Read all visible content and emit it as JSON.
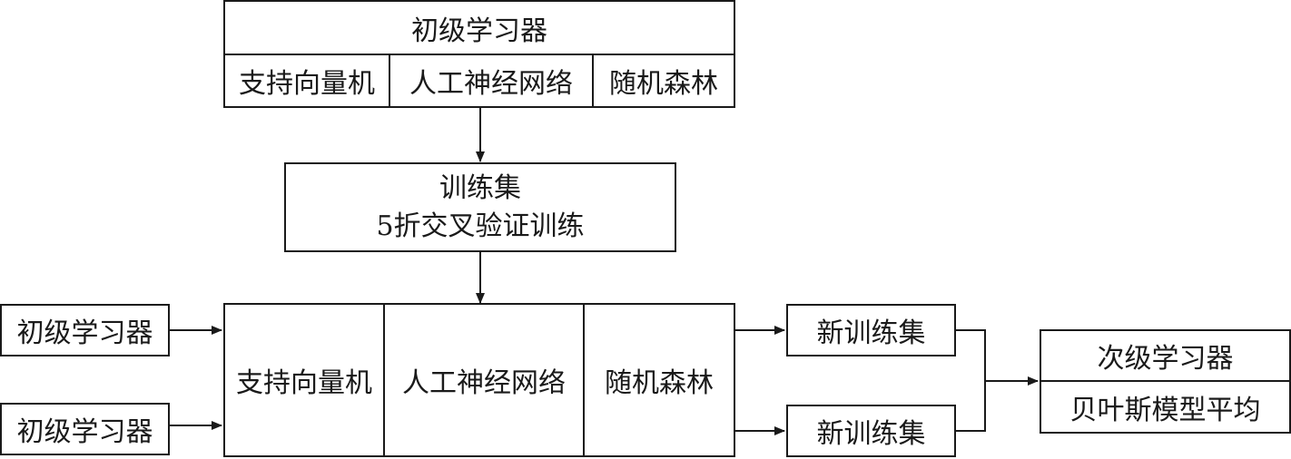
{
  "top_group": {
    "title": "初级学习器",
    "models": [
      "支持向量机",
      "人工神经网络",
      "随机森林"
    ]
  },
  "training_box": {
    "line1": "训练集",
    "line2": "5折交叉验证训练"
  },
  "left_inputs": [
    "初级学习器",
    "初级学习器"
  ],
  "middle_group": {
    "models": [
      "支持向量机",
      "人工神经网络",
      "随机森林"
    ]
  },
  "new_sets": [
    "新训练集",
    "新训练集"
  ],
  "secondary": {
    "title": "次级学习器",
    "method": "贝叶斯模型平均"
  }
}
